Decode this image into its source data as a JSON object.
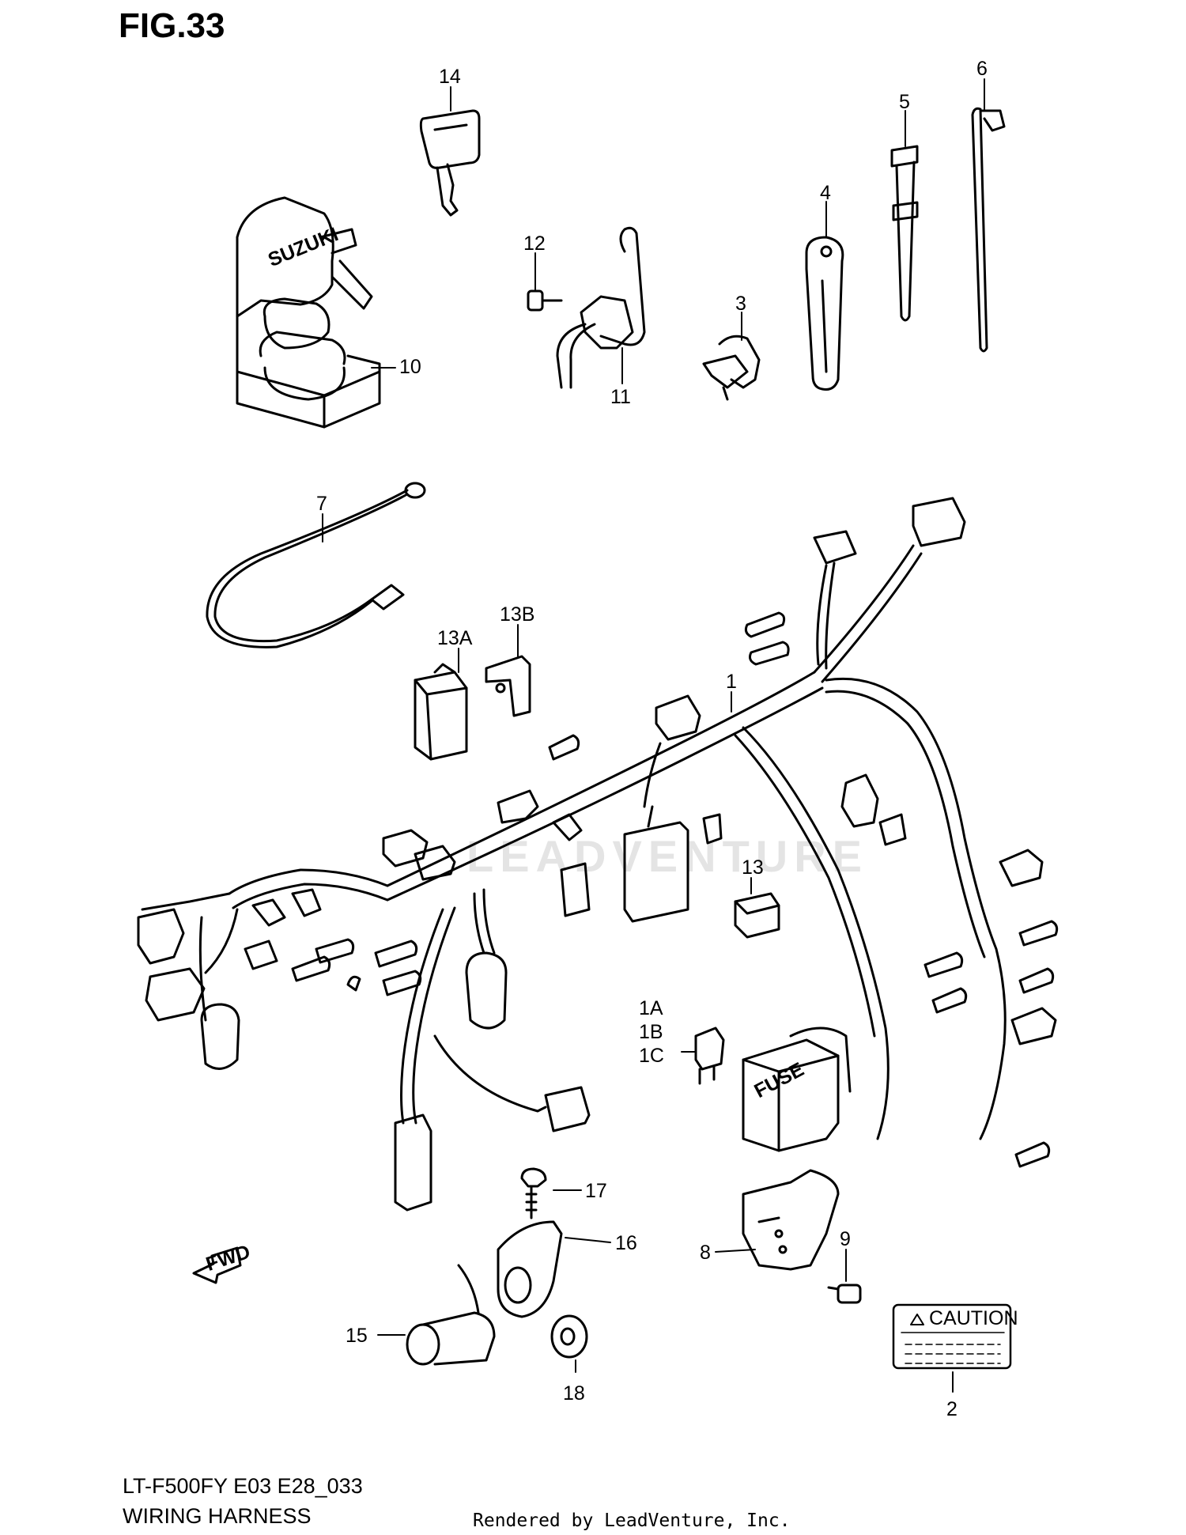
{
  "figure": {
    "title": "FIG.33"
  },
  "callouts": [
    {
      "id": "c-14",
      "label": "14"
    },
    {
      "id": "c-6",
      "label": "6"
    },
    {
      "id": "c-5",
      "label": "5"
    },
    {
      "id": "c-4",
      "label": "4"
    },
    {
      "id": "c-12",
      "label": "12"
    },
    {
      "id": "c-3",
      "label": "3"
    },
    {
      "id": "c-10",
      "label": "10"
    },
    {
      "id": "c-11",
      "label": "11"
    },
    {
      "id": "c-7",
      "label": "7"
    },
    {
      "id": "c-13b",
      "label": "13B"
    },
    {
      "id": "c-13a",
      "label": "13A"
    },
    {
      "id": "c-1",
      "label": "1"
    },
    {
      "id": "c-13",
      "label": "13"
    },
    {
      "id": "c-1a",
      "label": "1A"
    },
    {
      "id": "c-1b",
      "label": "1B"
    },
    {
      "id": "c-1c",
      "label": "1C"
    },
    {
      "id": "c-17",
      "label": "17"
    },
    {
      "id": "c-16",
      "label": "16"
    },
    {
      "id": "c-8",
      "label": "8"
    },
    {
      "id": "c-9",
      "label": "9"
    },
    {
      "id": "c-15",
      "label": "15"
    },
    {
      "id": "c-18",
      "label": "18"
    },
    {
      "id": "c-2",
      "label": "2"
    }
  ],
  "parts": {
    "ignition_brand": "SUZUKI",
    "fuse_label": "FUSE",
    "caution_label": "CAUTION",
    "fwd_label": "FWD"
  },
  "watermark": "LEADVENTURE",
  "footer": {
    "model": "LT-F500FY E03 E28_033",
    "name": "WIRING HARNESS",
    "rendered": "Rendered by LeadVenture, Inc."
  }
}
